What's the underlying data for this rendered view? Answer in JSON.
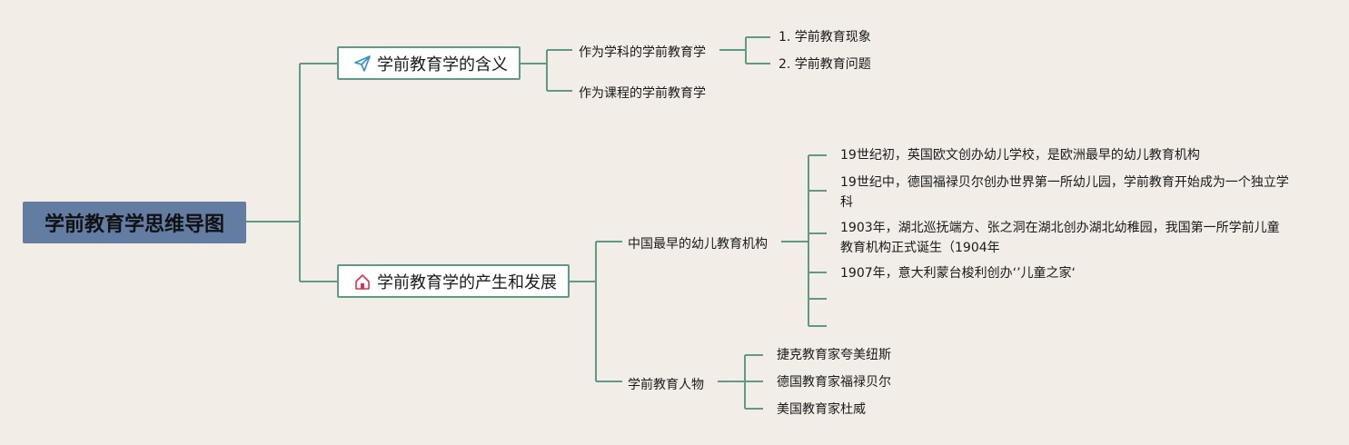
{
  "root": {
    "label": "学前教育学思维导图"
  },
  "branches": [
    {
      "label": "学前教育学的含义",
      "icon": "paper-plane-icon",
      "icon_color": "#2e8fc9",
      "children": [
        {
          "label": "作为学科的学前教育学",
          "children": [
            {
              "label": "1. 学前教育现象"
            },
            {
              "label": "2. 学前教育问题"
            }
          ]
        },
        {
          "label": "作为课程的学前教育学",
          "children": []
        }
      ]
    },
    {
      "label": "学前教育学的产生和发展",
      "icon": "home-icon",
      "icon_color": "#d6334f",
      "children": [
        {
          "label": "中国最早的幼儿教育机构",
          "children": [
            {
              "label": "19世纪初，英国欧文创办幼儿学校，是欧洲最早的幼儿教育机构"
            },
            {
              "label": "19世纪中，德国福禄贝尔创办世界第一所幼儿园，学前教育开始成为一个独立学科"
            },
            {
              "label": "1903年，湖北巡抚端方、张之洞在湖北创办湖北幼稚园，我国第一所学前儿童教育机构正式诞生（1904年"
            },
            {
              "label": "1907年，意大利蒙台梭利创办‘’儿童之家‘"
            },
            {
              "label": ""
            },
            {
              "label": ""
            }
          ]
        },
        {
          "label": "学前教育人物",
          "children": [
            {
              "label": "捷克教育家夸美纽斯"
            },
            {
              "label": "德国教育家福禄贝尔"
            },
            {
              "label": "美国教育家杜威"
            }
          ]
        }
      ]
    }
  ],
  "colors": {
    "background": "#f2ede7",
    "line": "#5d9a88",
    "root_fill": "#627ca2"
  }
}
